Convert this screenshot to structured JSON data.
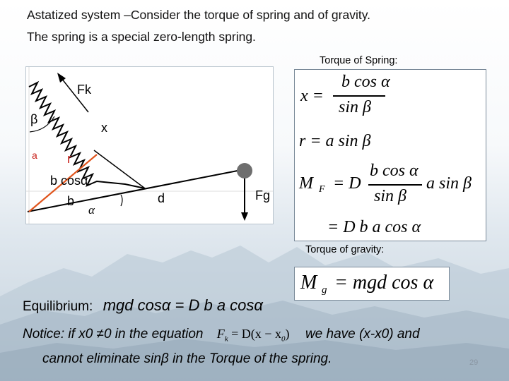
{
  "heading": {
    "line1": "Astatized system  –Consider the torque of spring and of gravity.",
    "line2": "The spring is a special zero-length spring."
  },
  "labels": {
    "torque_spring": "Torque of Spring:",
    "torque_gravity": "Torque of gravity:"
  },
  "diagram": {
    "Fk": "Fk",
    "beta": "β",
    "x": "x",
    "a": "a",
    "r": "r",
    "bcos": "b cosα",
    "b": "b",
    "alpha": "α",
    "d": "d",
    "Fg": "Fg"
  },
  "spring_equations": {
    "x_lhs": "x =",
    "x_num": "b cos α",
    "x_den": "sin β",
    "r_eq": "r = a sin β",
    "M": "M",
    "M_sub": "F",
    "M_eq": "= D",
    "M_num": "b cos α",
    "M_den": "sin β",
    "M_tail": "a sin β",
    "final": "= D b a cos α"
  },
  "gravity_equation": {
    "M": "M",
    "sub": "g",
    "rhs": "= mgd cos α"
  },
  "equilibrium": {
    "label": "Equilibrium:",
    "equation": "mgd cosα = D b a cosα"
  },
  "notice": {
    "part1": "Notice: if x0 ≠0 in the equation",
    "formula": "F",
    "formula_sub": "k",
    "formula_rest": "= D(x − x",
    "formula_sub2": "0",
    "formula_end": ")",
    "part2": "we have (x-x0) and",
    "line2": "cannot eliminate sinβ in the Torque of the spring."
  },
  "page_number": "29",
  "colors": {
    "red_line": "#e0541c",
    "red_label": "#c8201a",
    "ball": "#6e6e6e"
  }
}
